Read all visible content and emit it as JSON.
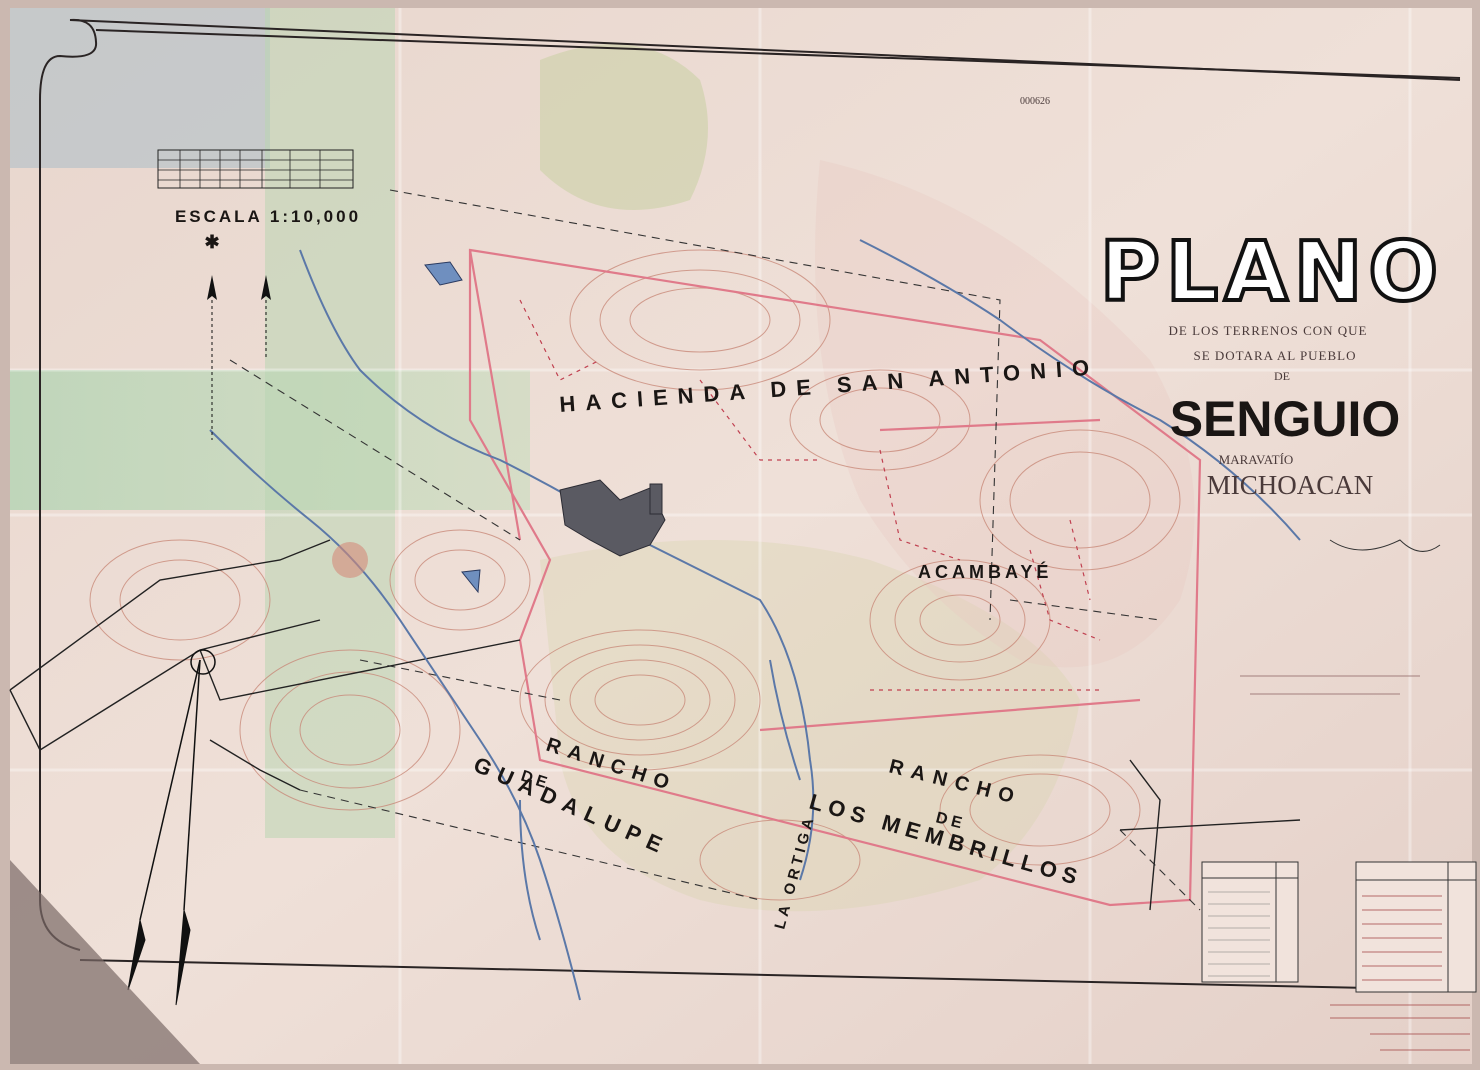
{
  "map": {
    "title": "PLANO",
    "subtitle_lines": [
      "DE LOS TERRENOS CON QUE",
      "SE DOTARA AL PUEBLO",
      "DE"
    ],
    "town": "SENGUIO",
    "district": "MARAVATÍO",
    "state": "MICHOACAN",
    "scale": "ESCALA 1:10,000",
    "stamp_number": "000626",
    "regions": {
      "hacienda": "HACIENDA DE SAN ANTONIO",
      "acambaye": "ACAMBAYÉ",
      "rancho_guadalupe": [
        "RANCHO",
        "DE",
        "GUADALUPE"
      ],
      "rancho_membrillos": [
        "RANCHO",
        "DE",
        "LOS MEMBRILLOS"
      ],
      "la_ortiga": "LA ORTIGA"
    },
    "colors": {
      "paper": "#ecdcd3",
      "green_wash": "#b9d3ae",
      "contour": "#c98a7a",
      "boundary": "#e07a8a",
      "river": "#5b78a8",
      "ink": "#1a1614",
      "town_block": "#5a5a62"
    }
  }
}
